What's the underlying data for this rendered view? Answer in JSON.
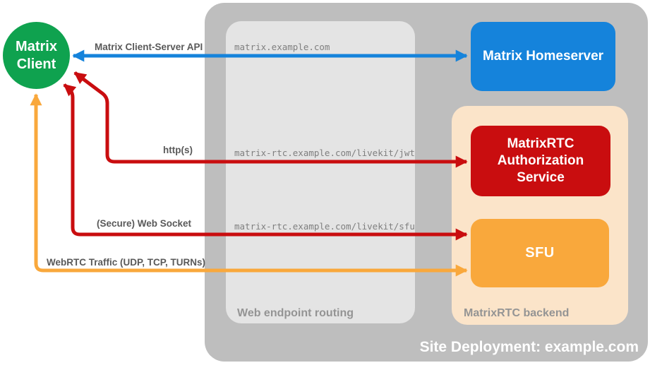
{
  "colors": {
    "green": "#0fa24f",
    "blue": "#1583db",
    "red": "#c90d0f",
    "orange": "#f9a83c",
    "peach_backend": "#fbe4c9",
    "outer_gray": "#bebebe",
    "routing_gray": "#e4e4e4",
    "conn_label_gray": "#595959",
    "url_gray": "#7f7f7f",
    "container_label_gray": "#949494",
    "white": "#ffffff"
  },
  "nodes": {
    "client": {
      "line1": "Matrix",
      "line2": "Client"
    },
    "homeserver": {
      "label": "Matrix Homeserver"
    },
    "auth_service": {
      "label": "MatrixRTC Authorization Service"
    },
    "sfu": {
      "label": "SFU"
    }
  },
  "containers": {
    "site": {
      "label": "Site Deployment: example.com"
    },
    "routing": {
      "label": "Web endpoint routing"
    },
    "backend": {
      "label": "MatrixRTC backend"
    }
  },
  "connections": [
    {
      "label": "Matrix Client-Server API",
      "endpoint": "matrix.example.com",
      "color": "#1583db",
      "from": "Matrix Client",
      "to": "Matrix Homeserver"
    },
    {
      "label": "http(s)",
      "endpoint": "matrix-rtc.example.com/livekit/jwt",
      "color": "#c90d0f",
      "from": "Matrix Client",
      "to": "MatrixRTC Authorization Service"
    },
    {
      "label": "(Secure) Web Socket",
      "endpoint": "matrix-rtc.example.com/livekit/sfu",
      "color": "#c90d0f",
      "from": "Matrix Client",
      "to": "SFU"
    },
    {
      "label": "WebRTC Traffic (UDP, TCP, TURNs)",
      "endpoint": "",
      "color": "#f9a83c",
      "from": "Matrix Client",
      "to": "SFU"
    }
  ]
}
